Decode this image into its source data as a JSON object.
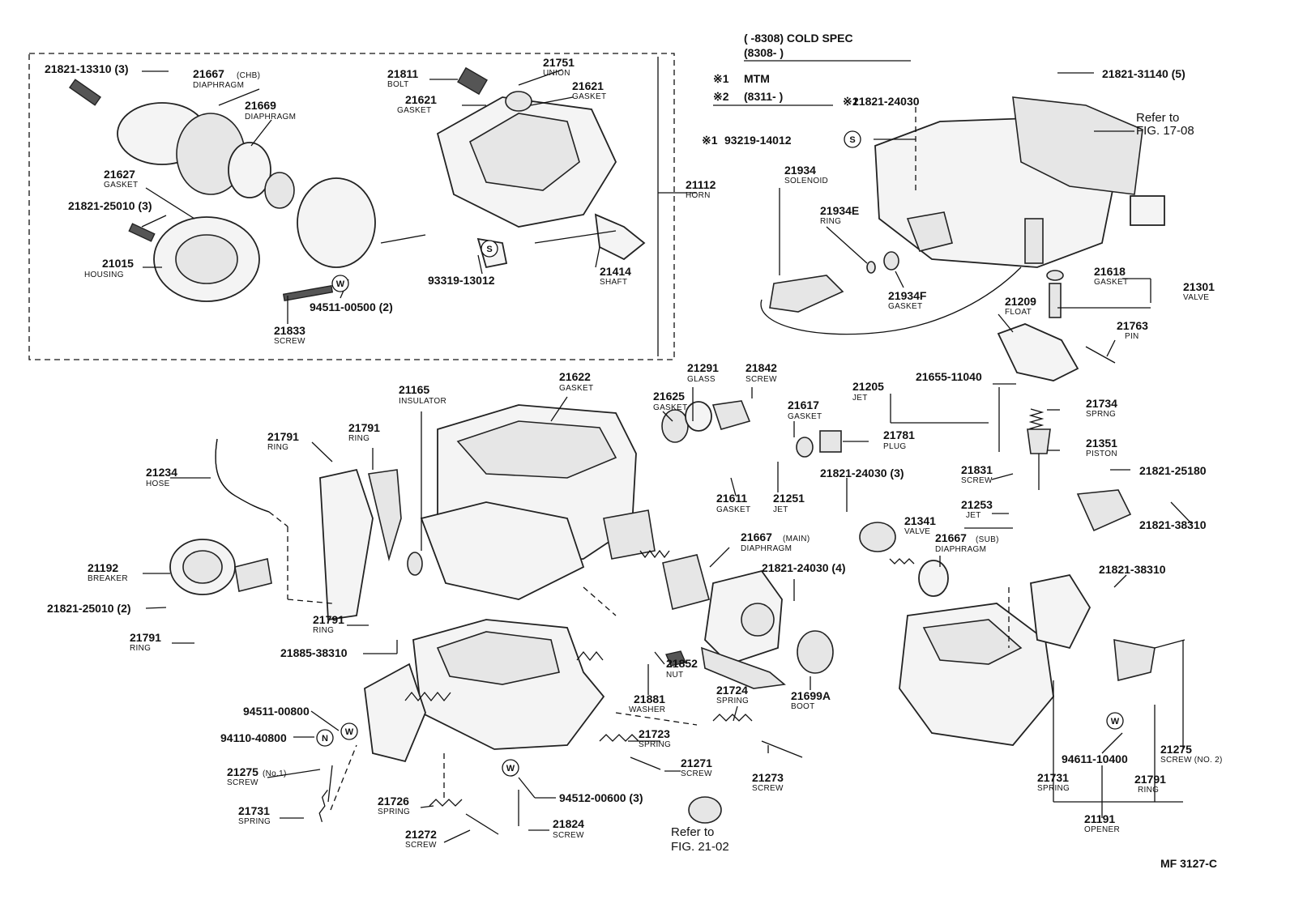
{
  "header": {
    "cold_spec_1": "(      -8308) COLD SPEC",
    "cold_spec_2": "(8308-        )",
    "note1_mark": "※1",
    "note1_text": "MTM",
    "note2_mark": "※2",
    "note2_text": "(8311-        )"
  },
  "symbols": {
    "s": "S",
    "w": "W",
    "n": "N"
  },
  "refs": {
    "fig1708_a": "Refer to",
    "fig1708_b": "FIG. 17-08",
    "fig2102_a": "Refer to",
    "fig2102_b": "FIG. 21-02"
  },
  "footer": {
    "code": "MF  3127-C"
  },
  "parts": {
    "p21821_13310": "21821-13310 (3)",
    "p21667_chb": "21667",
    "p21667_chb_tag": "(CHB)",
    "p21667_chb_name": "DIAPHRAGM",
    "p21669": "21669",
    "p21669_name": "DIAPHRAGM",
    "p21627": "21627",
    "p21627_name": "GASKET",
    "p21821_25010_3": "21821-25010 (3)",
    "p21015": "21015",
    "p21015_name": "HOUSING",
    "p21833": "21833",
    "p21833_name": "SCREW",
    "p94511_00500": "94511-00500 (2)",
    "p21811": "21811",
    "p21811_name": "BOLT",
    "p21751": "21751",
    "p21751_name": "UNION",
    "p21621a": "21621",
    "p21621a_name": "GASKET",
    "p21621b": "21621",
    "p21621b_name": "GASKET",
    "p21112": "21112",
    "p21112_name": "HORN",
    "p93319_13012": "93319-13012",
    "p21414": "21414",
    "p21414_name": "SHAFT",
    "p21821_24030a": "21821-24030",
    "p93219_14012": "93219-14012",
    "p21821_31140": "21821-31140 (5)",
    "p21934": "21934",
    "p21934_name": "SOLENOID",
    "p21934e": "21934E",
    "p21934e_name": "RING",
    "p21934f": "21934F",
    "p21934f_name": "GASKET",
    "p21618": "21618",
    "p21618_name": "GASKET",
    "p21301": "21301",
    "p21301_name": "VALVE",
    "p21209": "21209",
    "p21209_name": "FLOAT",
    "p21763": "21763",
    "p21763_name": "PIN",
    "p21165": "21165",
    "p21165_name": "INSULATOR",
    "p21622": "21622",
    "p21622_name": "GASKET",
    "p21291": "21291",
    "p21291_name": "GLASS",
    "p21842": "21842",
    "p21842_name": "SCREW",
    "p21625": "21625",
    "p21625_name": "GASKET",
    "p21617": "21617",
    "p21617_name": "GASKET",
    "p21781": "21781",
    "p21781_name": "PLUG",
    "p21205": "21205",
    "p21205_name": "JET",
    "p21655_11040": "21655-11040",
    "p21734": "21734",
    "p21734_name": "SPRNG",
    "p21351": "21351",
    "p21351_name": "PISTON",
    "p21821_25180": "21821-25180",
    "p21831": "21831",
    "p21831_name": "SCREW",
    "p21253": "21253",
    "p21253_name": "JET",
    "p21821_38310a": "21821-38310",
    "p21341": "21341",
    "p21341_name": "VALVE",
    "p21667_sub": "21667",
    "p21667_sub_tag": "(SUB)",
    "p21667_sub_name": "DIAPHRAGM",
    "p21821_38310b": "21821-38310",
    "p21611": "21611",
    "p21611_name": "GASKET",
    "p21251": "21251",
    "p21251_name": "JET",
    "p21821_24030_3": "21821-24030 (3)",
    "p21667_main": "21667",
    "p21667_main_tag": "(MAIN)",
    "p21667_main_name": "DIAPHRAGM",
    "p21821_24030_4": "21821-24030 (4)",
    "p21234": "21234",
    "p21234_name": "HOSE",
    "p21791a": "21791",
    "p21791a_name": "RING",
    "p21791b": "21791",
    "p21791b_name": "RING",
    "p21192": "21192",
    "p21192_name": "BREAKER",
    "p21821_25010_2": "21821-25010 (2)",
    "p21791c": "21791",
    "p21791c_name": "RING",
    "p21791d": "21791",
    "p21791d_name": "RING",
    "p21885_38310": "21885-38310",
    "p21852": "21852",
    "p21852_name": "NUT",
    "p21881": "21881",
    "p21881_name": "WASHER",
    "p21724": "21724",
    "p21724_name": "SPRING",
    "p21699a": "21699A",
    "p21699a_name": "BOOT",
    "p94511_00800": "94511-00800",
    "p94110_40800": "94110-40800",
    "p21275_1": "21275",
    "p21275_1_tag": "(No.1)",
    "p21275_1_name": "SCREW",
    "p21731a": "21731",
    "p21731a_name": "SPRING",
    "p21726": "21726",
    "p21726_name": "SPRING",
    "p21272": "21272",
    "p21272_name": "SCREW",
    "p94512_00600": "94512-00600 (3)",
    "p21824": "21824",
    "p21824_name": "SCREW",
    "p21723": "21723",
    "p21723_name": "SPRING",
    "p21271": "21271",
    "p21271_name": "SCREW",
    "p21273": "21273",
    "p21273_name": "SCREW",
    "p94611_10400": "94611-10400",
    "p21275_2": "21275",
    "p21275_2_name": "SCREW (NO. 2)",
    "p21731b": "21731",
    "p21731b_name": "SPRING",
    "p21791e": "21791",
    "p21791e_name": "RING",
    "p21191": "21191",
    "p21191_name": "OPENER"
  }
}
